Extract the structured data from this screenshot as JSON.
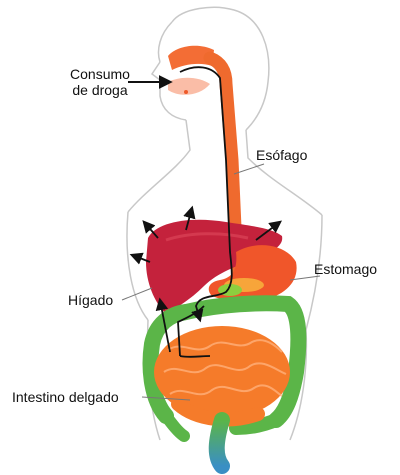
{
  "labels": {
    "consumo_line1": "Consumo",
    "consumo_line2": "de droga",
    "esofago": "Esófago",
    "estomago": "Estomago",
    "higado": "Hígado",
    "intestino": "Intestino delgado"
  },
  "colors": {
    "body_outline": "#c8c8c8",
    "esophagus": "#ef6a2e",
    "liver": "#c4223c",
    "stomach": "#f0562a",
    "small_intestine": "#f57b2a",
    "large_intestine": "#5bb548",
    "rectum": "#3a8fc4",
    "gallbladder": "#8ccf3f",
    "path_arrow": "#111111"
  }
}
